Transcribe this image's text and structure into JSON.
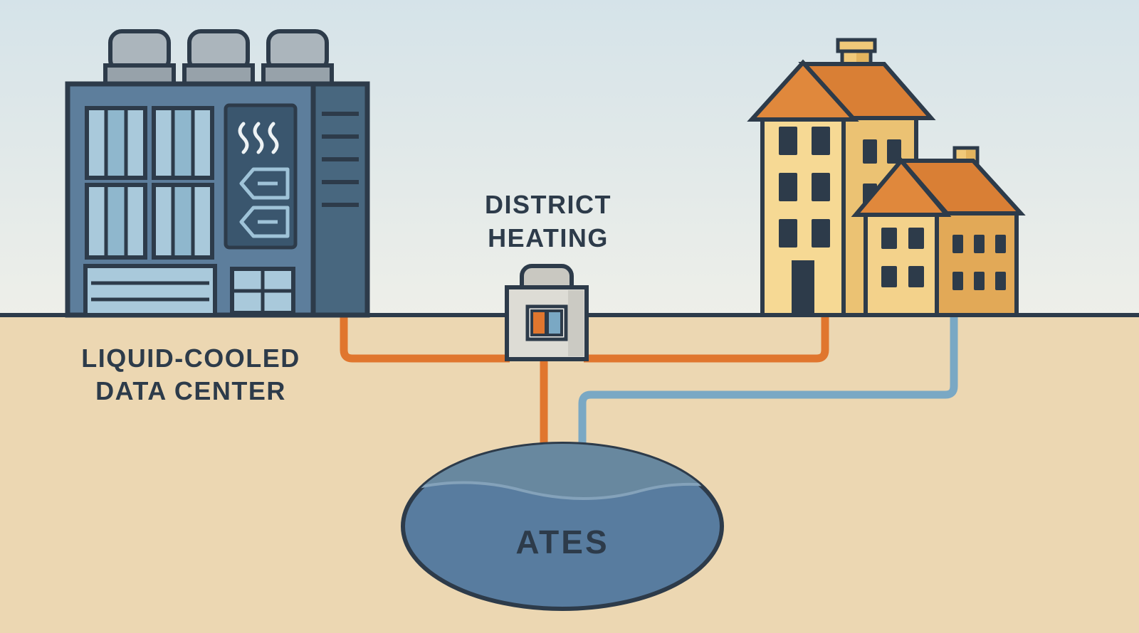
{
  "diagram": {
    "labels": {
      "data_center_line1": "LIQUID-COOLED",
      "data_center_line2": "DATA CENTER",
      "district_heating_line1": "DISTRICT",
      "district_heating_line2": "HEATING",
      "ates": "ATES"
    },
    "colors": {
      "sky_top": "#d5e3e9",
      "sky_bottom": "#eeefe9",
      "ground": "#ecd7b2",
      "outline": "#2d3b4a",
      "pipe_hot": "#e0762e",
      "pipe_cold": "#7aa8c4",
      "datacenter_body": "#5d7e9c",
      "datacenter_tower": "#48677f",
      "datacenter_panel": "#3a566e",
      "glass": "#a9c9db",
      "glass_mid": "#8fb7cd",
      "glass_highlight": "#cfe2ec",
      "vent_cap": "#abb5bc",
      "vent_base": "#97a2aa",
      "exchanger_body": "#dddcd5",
      "exchanger_cap": "#c9c8c1",
      "exchanger_window": "#f2f1ec",
      "house_front_light": "#f6d994",
      "house_side_light": "#ebc273",
      "house_front_small": "#f3d28b",
      "house_side_small": "#e2a957",
      "roof_front": "#e0883c",
      "roof_side": "#d97f35",
      "chimney": "#f0c979",
      "ates_body": "#587c9f",
      "ates_top": "#68889f",
      "label_text": "#2d3b4a"
    }
  }
}
